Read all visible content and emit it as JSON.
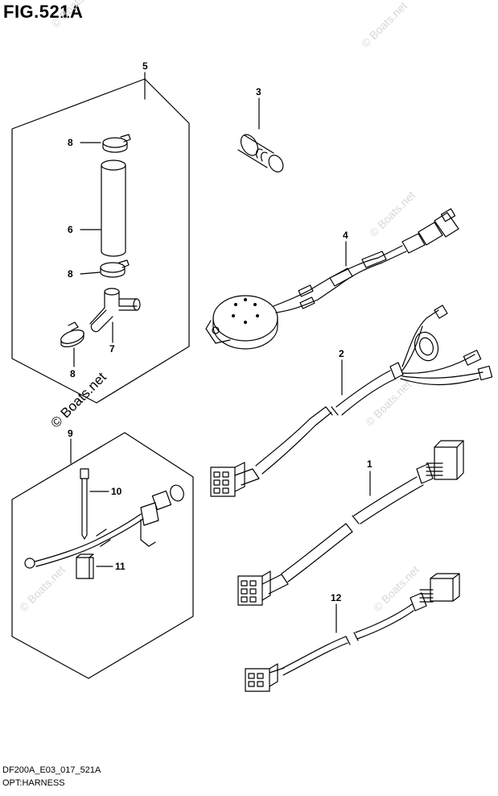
{
  "figure": {
    "title": "FIG.521A",
    "model_code": "DF200A_E03_017_521A",
    "name": "OPT:HARNESS"
  },
  "watermark": {
    "text": "© Boats.net"
  },
  "callouts": [
    "1",
    "2",
    "3",
    "4",
    "5",
    "6",
    "7",
    "8",
    "9",
    "10",
    "11",
    "12"
  ],
  "colors": {
    "line": "#000000",
    "watermark": "#d8d8d8"
  }
}
